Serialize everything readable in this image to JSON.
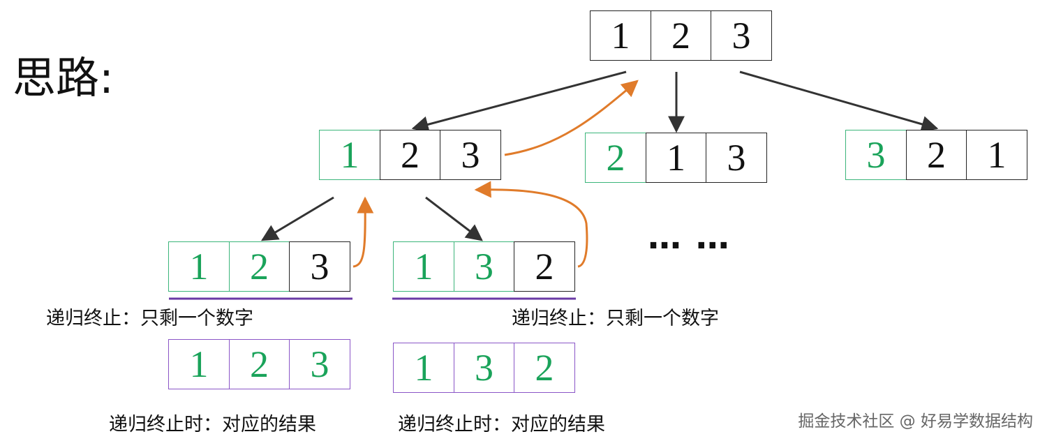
{
  "title": "思路:",
  "root": {
    "cells": [
      {
        "v": "1",
        "fixed": false
      },
      {
        "v": "2",
        "fixed": false
      },
      {
        "v": "3",
        "fixed": false
      }
    ]
  },
  "level1": [
    {
      "cells": [
        {
          "v": "1",
          "fixed": true
        },
        {
          "v": "2",
          "fixed": false
        },
        {
          "v": "3",
          "fixed": false
        }
      ]
    },
    {
      "cells": [
        {
          "v": "2",
          "fixed": true
        },
        {
          "v": "1",
          "fixed": false
        },
        {
          "v": "3",
          "fixed": false
        }
      ]
    },
    {
      "cells": [
        {
          "v": "3",
          "fixed": true
        },
        {
          "v": "2",
          "fixed": false
        },
        {
          "v": "1",
          "fixed": false
        }
      ]
    }
  ],
  "level2": [
    {
      "cells": [
        {
          "v": "1",
          "fixed": true
        },
        {
          "v": "2",
          "fixed": true
        },
        {
          "v": "3",
          "fixed": false
        }
      ]
    },
    {
      "cells": [
        {
          "v": "1",
          "fixed": true
        },
        {
          "v": "3",
          "fixed": true
        },
        {
          "v": "2",
          "fixed": false
        }
      ]
    }
  ],
  "results": [
    {
      "cells": [
        {
          "v": "1",
          "fixed": true
        },
        {
          "v": "2",
          "fixed": true
        },
        {
          "v": "3",
          "fixed": true
        }
      ]
    },
    {
      "cells": [
        {
          "v": "1",
          "fixed": true
        },
        {
          "v": "3",
          "fixed": true
        },
        {
          "v": "2",
          "fixed": true
        }
      ]
    }
  ],
  "notes": {
    "terminate_left": "递归终止：只剩一个数字",
    "terminate_right": "递归终止：只剩一个数字",
    "result_left": "递归终止时：对应的结果",
    "result_right": "递归终止时：对应的结果"
  },
  "ellipsis": "… …",
  "watermark": "掘金技术社区 @ 好易学数据结构",
  "colors": {
    "fixed_digit": "#1aa35a",
    "down_arrow": "#333333",
    "return_arrow": "#e07b2a",
    "result_border": "#8a55c7",
    "underline": "#6a3aa5"
  }
}
